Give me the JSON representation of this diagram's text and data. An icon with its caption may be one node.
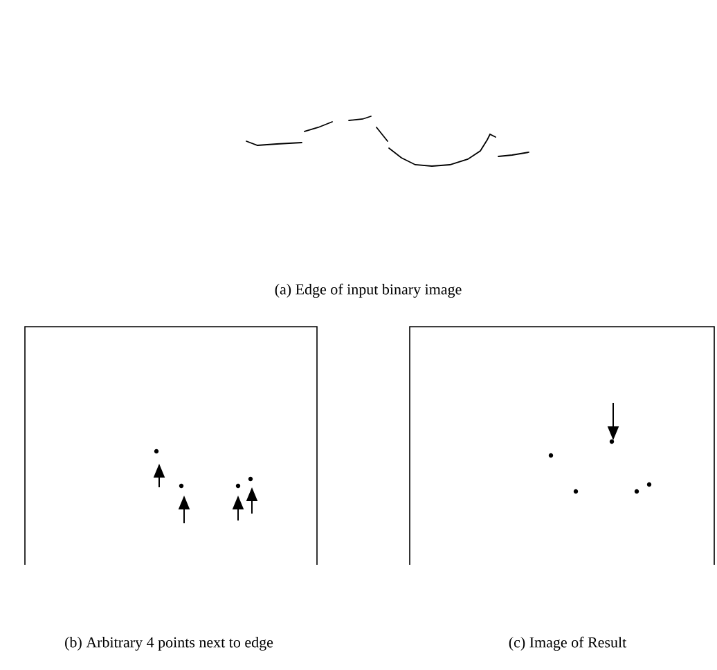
{
  "diagram": {
    "labels": [
      "(a) Edge of input binary image",
      "(b) Arbitrary 4 points next to edge",
      "(c) Image of Result"
    ]
  }
}
